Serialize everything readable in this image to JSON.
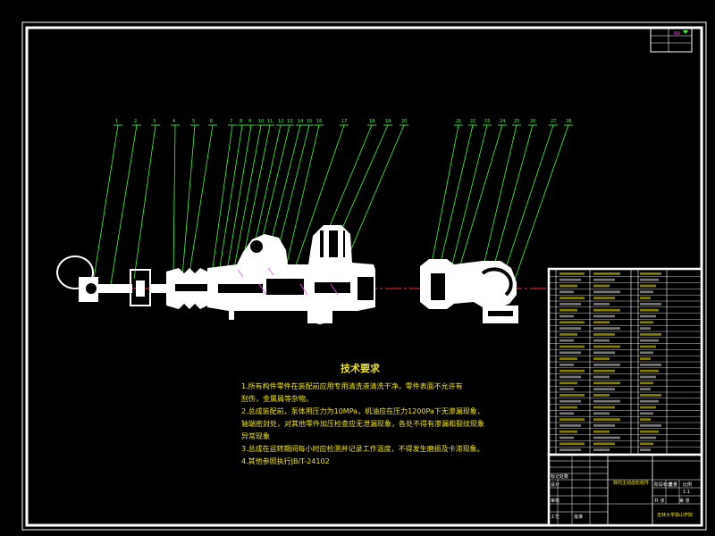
{
  "technical_requirements": {
    "title": "技术要求",
    "lines": [
      "1.所有构件零件在装配前应用专用清洗液清洗干净，零件表面不允许有",
      "  刮伤，金属屑等杂物。",
      "2.总成装配前，泵体用压力为10MPa，机油应在压力1200Pa下无渗漏现象，",
      "  轴端密封处，对其他零件加压检查应无泄漏现象，各处不得有渗漏和裂纹现象",
      "  异常现象",
      "3.总成在运转期间每小时应检测并记录工作温度，不得发生磨损及卡滞现象。",
      "4.其他参照执行JB/T-24102"
    ]
  },
  "title_block": {
    "drawing_name": "转向主动齿轮组件",
    "school": "吉林大学珠山学院",
    "scale": "1:1",
    "labels": [
      "标记",
      "处数",
      "分区",
      "更改文件号",
      "签名",
      "年月日",
      "设计",
      "审核",
      "工艺",
      "批准",
      "阶段标记",
      "重量",
      "比例",
      "共 张",
      "第 张"
    ]
  },
  "parts_list": {
    "rows": [
      [
        "",
        "",
        "",
        ""
      ],
      [
        "",
        "",
        "",
        ""
      ],
      [
        "",
        "",
        "",
        ""
      ],
      [
        "",
        "",
        "",
        ""
      ],
      [
        "",
        "",
        "",
        ""
      ],
      [
        "",
        "",
        "",
        ""
      ],
      [
        "",
        "",
        "",
        ""
      ],
      [
        "",
        "",
        "",
        ""
      ],
      [
        "",
        "",
        "",
        ""
      ],
      [
        "",
        "",
        "",
        ""
      ],
      [
        "",
        "",
        "",
        ""
      ],
      [
        "",
        "",
        "",
        ""
      ],
      [
        "",
        "",
        "",
        ""
      ],
      [
        "",
        "",
        "",
        ""
      ],
      [
        "",
        "",
        "",
        ""
      ],
      [
        "",
        "",
        "",
        ""
      ],
      [
        "",
        "",
        "",
        ""
      ],
      [
        "",
        "",
        "",
        ""
      ],
      [
        "",
        "",
        "",
        ""
      ],
      [
        "",
        "",
        "",
        ""
      ],
      [
        "",
        "",
        "",
        ""
      ],
      [
        "",
        "",
        "",
        ""
      ],
      [
        "",
        "",
        "",
        ""
      ],
      [
        "",
        "",
        "",
        ""
      ],
      [
        "",
        "",
        "",
        ""
      ],
      [
        "",
        "",
        "",
        ""
      ],
      [
        "",
        "",
        "",
        ""
      ],
      [
        "",
        "",
        "",
        ""
      ],
      [
        "",
        "",
        "",
        ""
      ],
      [
        "",
        "",
        "",
        ""
      ]
    ]
  },
  "leader_numbers": [
    "1",
    "2",
    "3",
    "4",
    "5",
    "6",
    "7",
    "8",
    "9",
    "10",
    "11",
    "12",
    "13",
    "14",
    "15",
    "16",
    "17",
    "18",
    "19",
    "20",
    "21",
    "22",
    "23",
    "24",
    "25",
    "26",
    "27",
    "28"
  ],
  "colors": {
    "background": "#000000",
    "frame": "#ffffff",
    "leader": "#39ff39",
    "centerline": "#ff2a2a",
    "text": "#f2e600",
    "hatch": "#ff4aff"
  }
}
